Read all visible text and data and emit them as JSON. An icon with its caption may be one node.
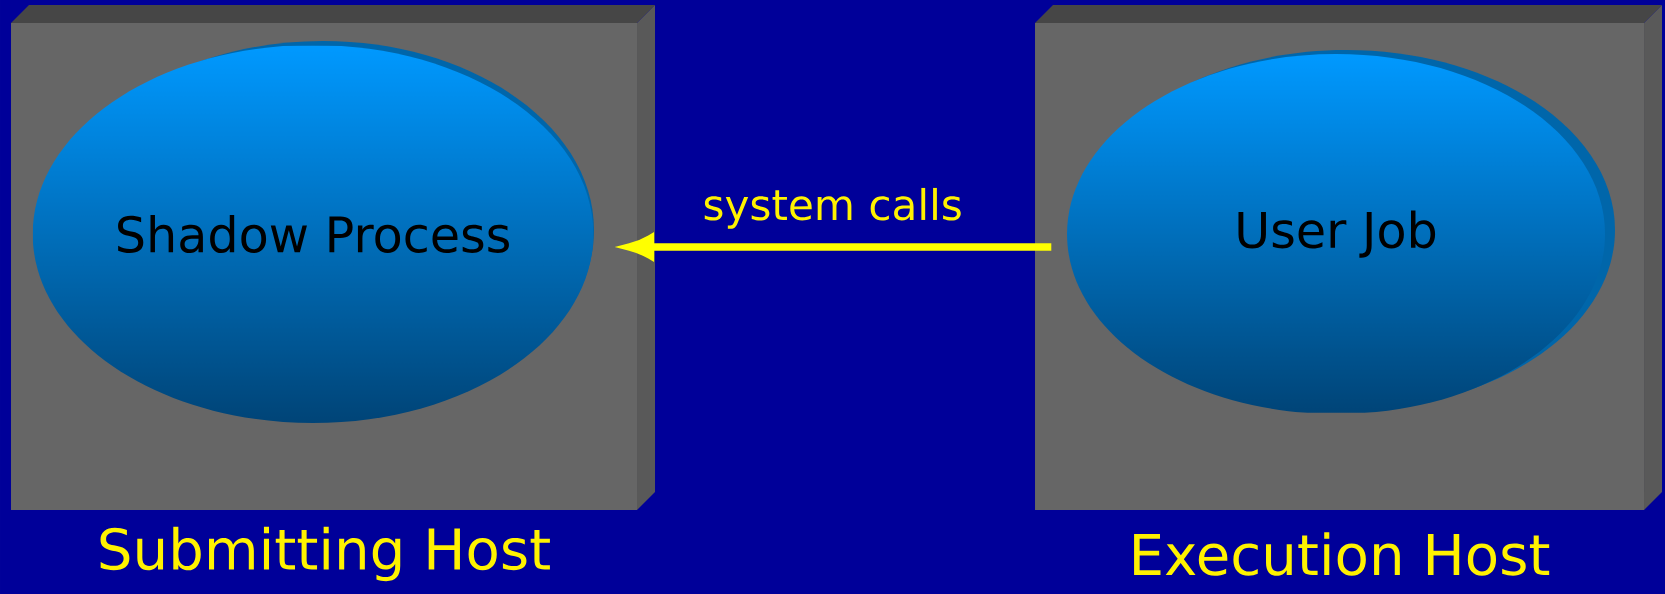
{
  "diagram": {
    "nodes": [
      {
        "text": [
          "Submitting Host"
        ]
      },
      {
        "text": [
          "Shadow Process"
        ],
        "in": 0
      },
      {
        "text": [
          "Execution Host"
        ]
      },
      {
        "text": [
          "User Job"
        ],
        "in": 2
      }
    ],
    "edges": [
      {
        "from": 3,
        "to": 1,
        "arrow": "to",
        "label": "system calls"
      }
    ]
  }
}
